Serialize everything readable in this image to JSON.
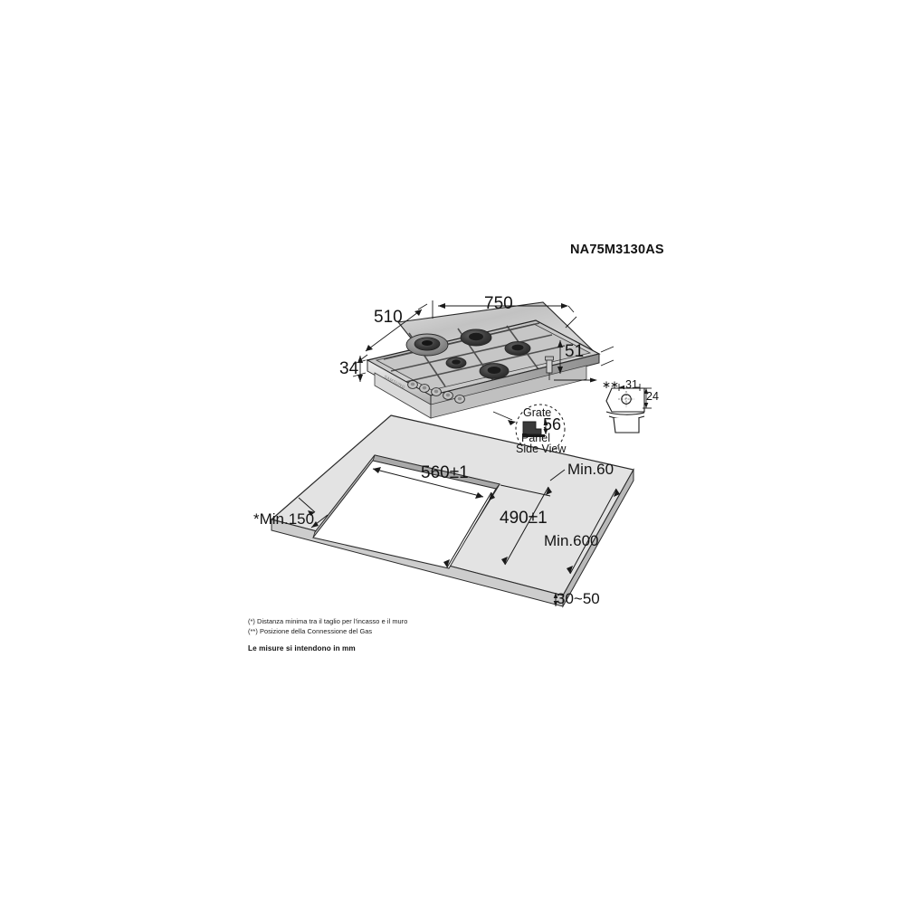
{
  "document": {
    "model_number": "NA75M3130AS",
    "drawing_type": "installation-dimension-drawing"
  },
  "hob": {
    "label_width": "750",
    "label_depth": "510",
    "label_height_body": "51",
    "label_height_rim": "34",
    "burner_count": 5,
    "knob_count": 5,
    "brand_mark": "SAMSUNG"
  },
  "detail_callout": {
    "title": "Grate",
    "value": "56",
    "sub_label_1": "Panel",
    "sub_label_2": "Side View"
  },
  "gas_connection_detail": {
    "marker": "∗∗",
    "label_horizontal": "31",
    "label_vertical": "24"
  },
  "countertop": {
    "cutout_width": "560±1",
    "cutout_depth": "490±1",
    "min_rear_edge": "Min.60",
    "min_depth": "Min.600",
    "thickness_range": "30~50",
    "min_wall_distance": "*Min.150"
  },
  "footnotes": {
    "line1": "(*) Distanza minima tra il taglio per l'incasso e il muro",
    "line2": "(**) Posizione della Connessione del Gas",
    "units": "Le misure si intendono in mm"
  },
  "colors": {
    "line": "#1a1a1a",
    "metal_light": "#e9e9e9",
    "metal_mid": "#c9c9c9",
    "metal_dark": "#9a9a9a",
    "burner_dark": "#3a3a3a",
    "background": "#ffffff"
  }
}
